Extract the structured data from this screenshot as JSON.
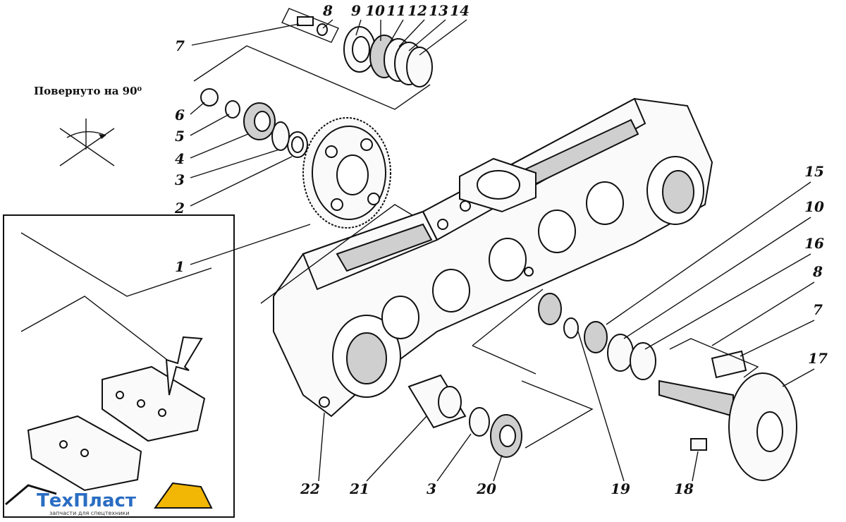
{
  "caption": "Повернуто на 90⁰",
  "logo": {
    "name": "ТехПласт",
    "tagline": "запчасти для спецтехники",
    "color": "#2a6dc2",
    "accent": "#f2b705"
  },
  "callouts": [
    "1",
    "2",
    "3",
    "4",
    "5",
    "6",
    "7",
    "8",
    "9",
    "10",
    "11",
    "12",
    "13",
    "14",
    "15",
    "10",
    "16",
    "8",
    "7",
    "17",
    "18",
    "19",
    "20",
    "3",
    "21",
    "22"
  ]
}
